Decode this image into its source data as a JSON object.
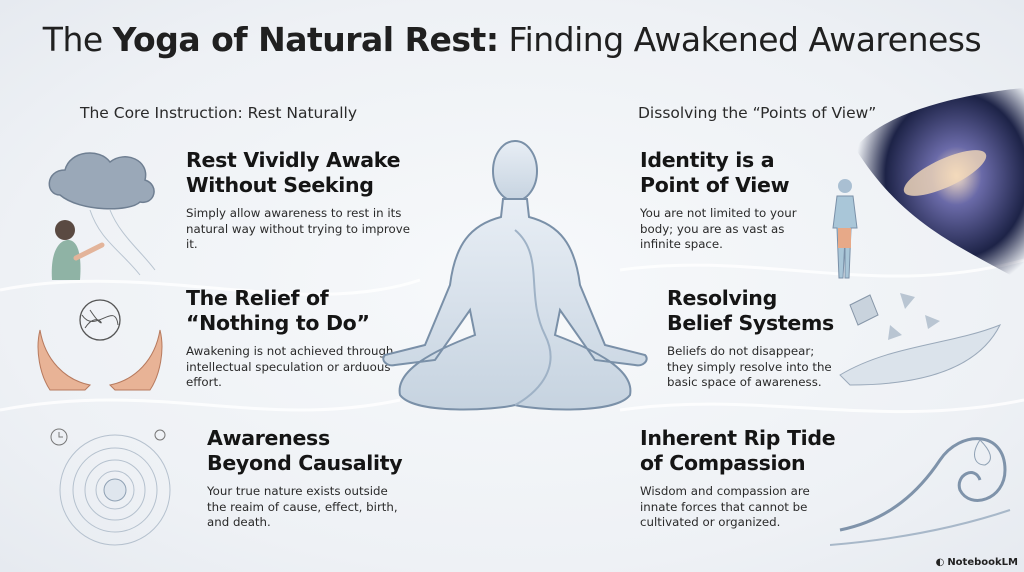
{
  "title": {
    "prefix": "The ",
    "bold": "Yoga of Natural Rest:",
    "suffix": " Finding Awakened Awareness"
  },
  "left": {
    "section_title": "The Core Instruction: Rest Naturally",
    "items": [
      {
        "heading": "Rest Vividly Awake Without Seeking",
        "body": "Simply allow awareness to rest in its natural way without trying to improve it.",
        "icon": "thought-cloud-icon"
      },
      {
        "heading": "The Relief of “Nothing to Do”",
        "body": "Awakening is not achieved through intellectual speculation or arduous effort.",
        "icon": "open-hands-icon"
      },
      {
        "heading": "Awareness Beyond Causality",
        "body": "Your true nature exists outside the reaim of cause, effect, birth, and death.",
        "icon": "concentric-circles-icon"
      }
    ]
  },
  "right": {
    "section_title": "Dissolving the “Points of View”",
    "items": [
      {
        "heading": "Identity is a Point of View",
        "body": "You are not limited to your body; you are as vast as infinite space.",
        "icon": "galaxy-figure-icon"
      },
      {
        "heading": "Resolving Belief Systems",
        "body": "Beliefs do not disappear; they simply resolve into the basic space of awareness.",
        "icon": "dissolving-shards-icon"
      },
      {
        "heading": "Inherent Rip Tide of Compassion",
        "body": "Wisdom and compassion are innate forces that cannot be cultivated or organized.",
        "icon": "wave-icon"
      }
    ]
  },
  "badge": "NotebookLM"
}
